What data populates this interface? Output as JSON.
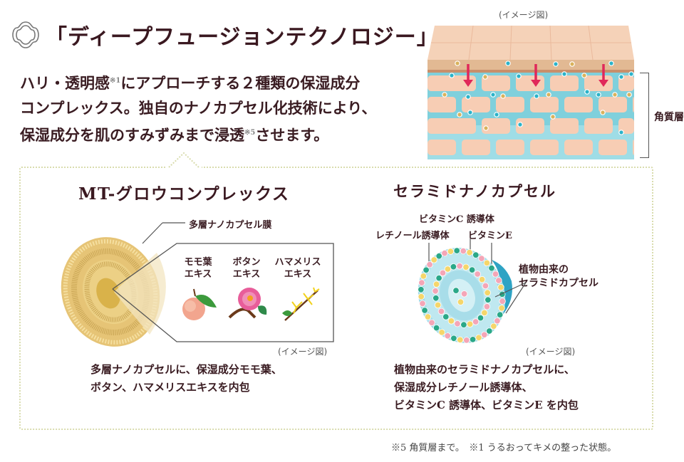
{
  "header": {
    "title": "「ディープフュージョンテクノロジー」",
    "logo_icon": "quatrefoil-icon"
  },
  "intro": {
    "lines": [
      {
        "text_before": "ハリ・透明感",
        "sup": "※1",
        "text_after": "にアプローチする２種類の保湿成分"
      },
      {
        "text_before": "コンプレックス。独自のナノカプセル化技術により、",
        "sup": "",
        "text_after": ""
      },
      {
        "text_before": "保湿成分を肌のすみずみまで浸透",
        "sup": "※5",
        "text_after": "させます。"
      }
    ]
  },
  "skin_diagram": {
    "caption": "(イメージ図)",
    "layer_label": "角質層",
    "colors": {
      "cell": "#f7cdb4",
      "top": "#f5d2b8",
      "fluid": "#7fd0dc",
      "arrow": "#e0285a"
    }
  },
  "mt_glow": {
    "title": "MT-グロウコンプレックス",
    "membrane_label": "多層ナノカプセル膜",
    "extracts": [
      {
        "line1": "モモ葉",
        "line2": "エキス",
        "icon": "peach-icon"
      },
      {
        "line1": "ボタン",
        "line2": "エキス",
        "icon": "peony-flower-icon"
      },
      {
        "line1": "ハマメリス",
        "line2": "エキス",
        "icon": "witch-hazel-icon"
      }
    ],
    "caption": "(イメージ図)",
    "description": [
      "多層ナノカプセルに、保湿成分モモ葉、",
      "ボタン、ハマメリスエキスを内包"
    ]
  },
  "ceramide": {
    "title": "セラミドナノカプセル",
    "labels": {
      "vitamin_c": "ビタミンC 誘導体",
      "retinol": "レチノール誘導体",
      "vitamin_e": "ビタミンE",
      "plant_ceramide_1": "植物由来の",
      "plant_ceramide_2": "セラミドカプセル"
    },
    "caption": "(イメージ図)",
    "description": [
      "植物由来のセラミドナノカプセルに、",
      "保湿成分レチノール誘導体、",
      "ビタミンC 誘導体、ビタミンE を内包"
    ]
  },
  "footnotes": "※5 角質層まで。　※1 うるおってキメの整った状態。"
}
